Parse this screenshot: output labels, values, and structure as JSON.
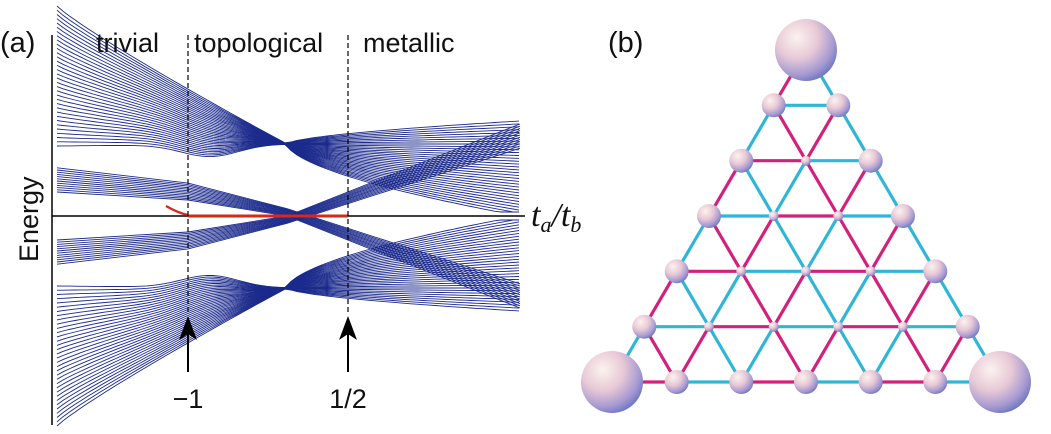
{
  "panel_a": {
    "label": "(a)",
    "ylabel": "Energy",
    "xlabel_main": "t",
    "xlabel_sub_a": "a",
    "xlabel_slash": "/",
    "xlabel_sub_b": "b",
    "regions": [
      "trivial",
      "topological",
      "metallic"
    ],
    "markers": [
      "−1",
      "1/2"
    ],
    "colors": {
      "bands": "#1b2a8c",
      "zero_mode": "#d6281e",
      "axis": "#000000"
    }
  },
  "panel_b": {
    "label": "(b)",
    "colors": {
      "magenta": "#d4207a",
      "cyan": "#2fb6d6",
      "sphere_light": "#f3e6ee",
      "sphere_dark": "#7b7fc6"
    }
  }
}
